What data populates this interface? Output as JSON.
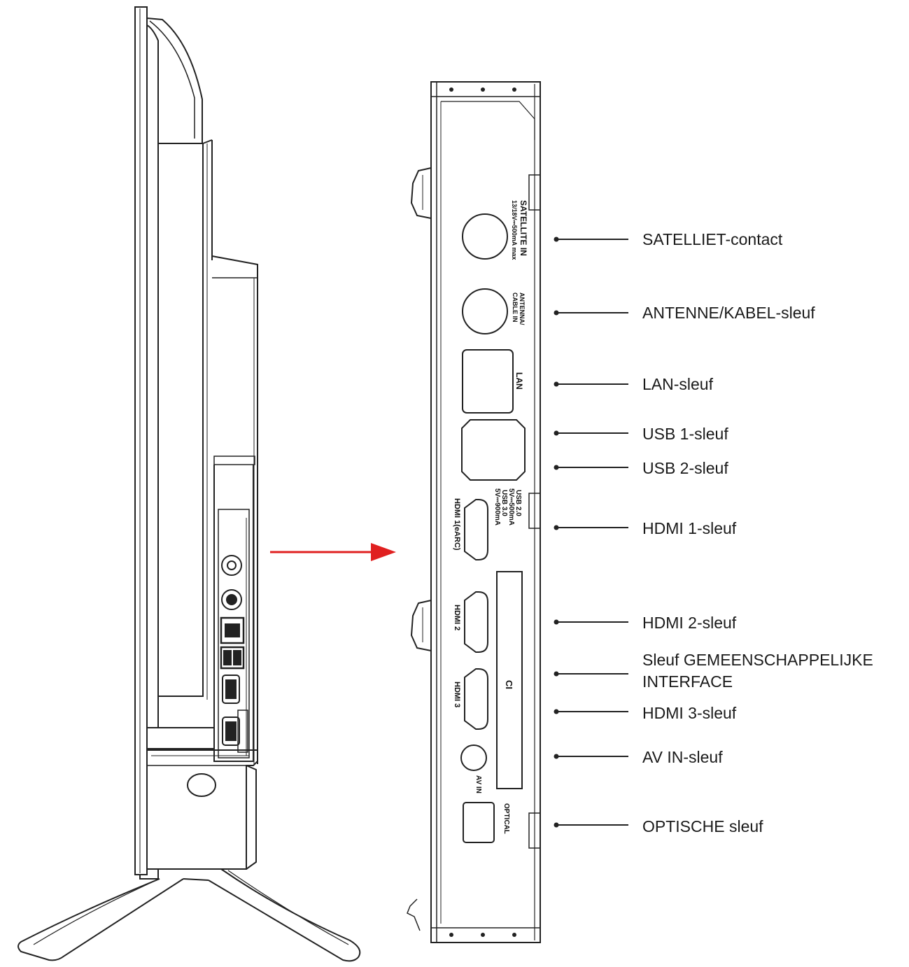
{
  "panel_labels": {
    "satellite": "SATELLITE IN",
    "satellite_spec": "13/18V⎓500mA max",
    "antenna_1": "ANTENNA/",
    "antenna_2": "CABLE IN",
    "lan": "LAN",
    "usb_1": "USB 2.0",
    "usb_2": "5V⎓500mA",
    "usb_3": "USB 3.0",
    "usb_4": "5V⎓900mA",
    "hdmi1": "HDMI 1(eARC)",
    "hdmi2": "HDMI 2",
    "hdmi3": "HDMI 3",
    "ci": "CI",
    "avin": "AV IN",
    "optical": "OPTICAL"
  },
  "callouts": [
    {
      "id": "satellite",
      "text": "SATELLIET-contact"
    },
    {
      "id": "antenna",
      "text": "ANTENNE/KABEL-sleuf"
    },
    {
      "id": "lan",
      "text": "LAN-sleuf"
    },
    {
      "id": "usb1",
      "text": "USB 1-sleuf"
    },
    {
      "id": "usb2",
      "text": "USB 2-sleuf"
    },
    {
      "id": "hdmi1",
      "text": "HDMI 1-sleuf"
    },
    {
      "id": "hdmi2",
      "text": "HDMI 2-sleuf"
    },
    {
      "id": "ci",
      "text": "Sleuf GEMEENSCHAPPELIJKE",
      "text2": "INTERFACE"
    },
    {
      "id": "hdmi3",
      "text": "HDMI 3-sleuf"
    },
    {
      "id": "avin",
      "text": "AV IN-sleuf"
    },
    {
      "id": "optical",
      "text": "OPTISCHE sleuf"
    }
  ],
  "colors": {
    "line": "#222222",
    "arrow": "#e02020",
    "background": "#ffffff"
  }
}
